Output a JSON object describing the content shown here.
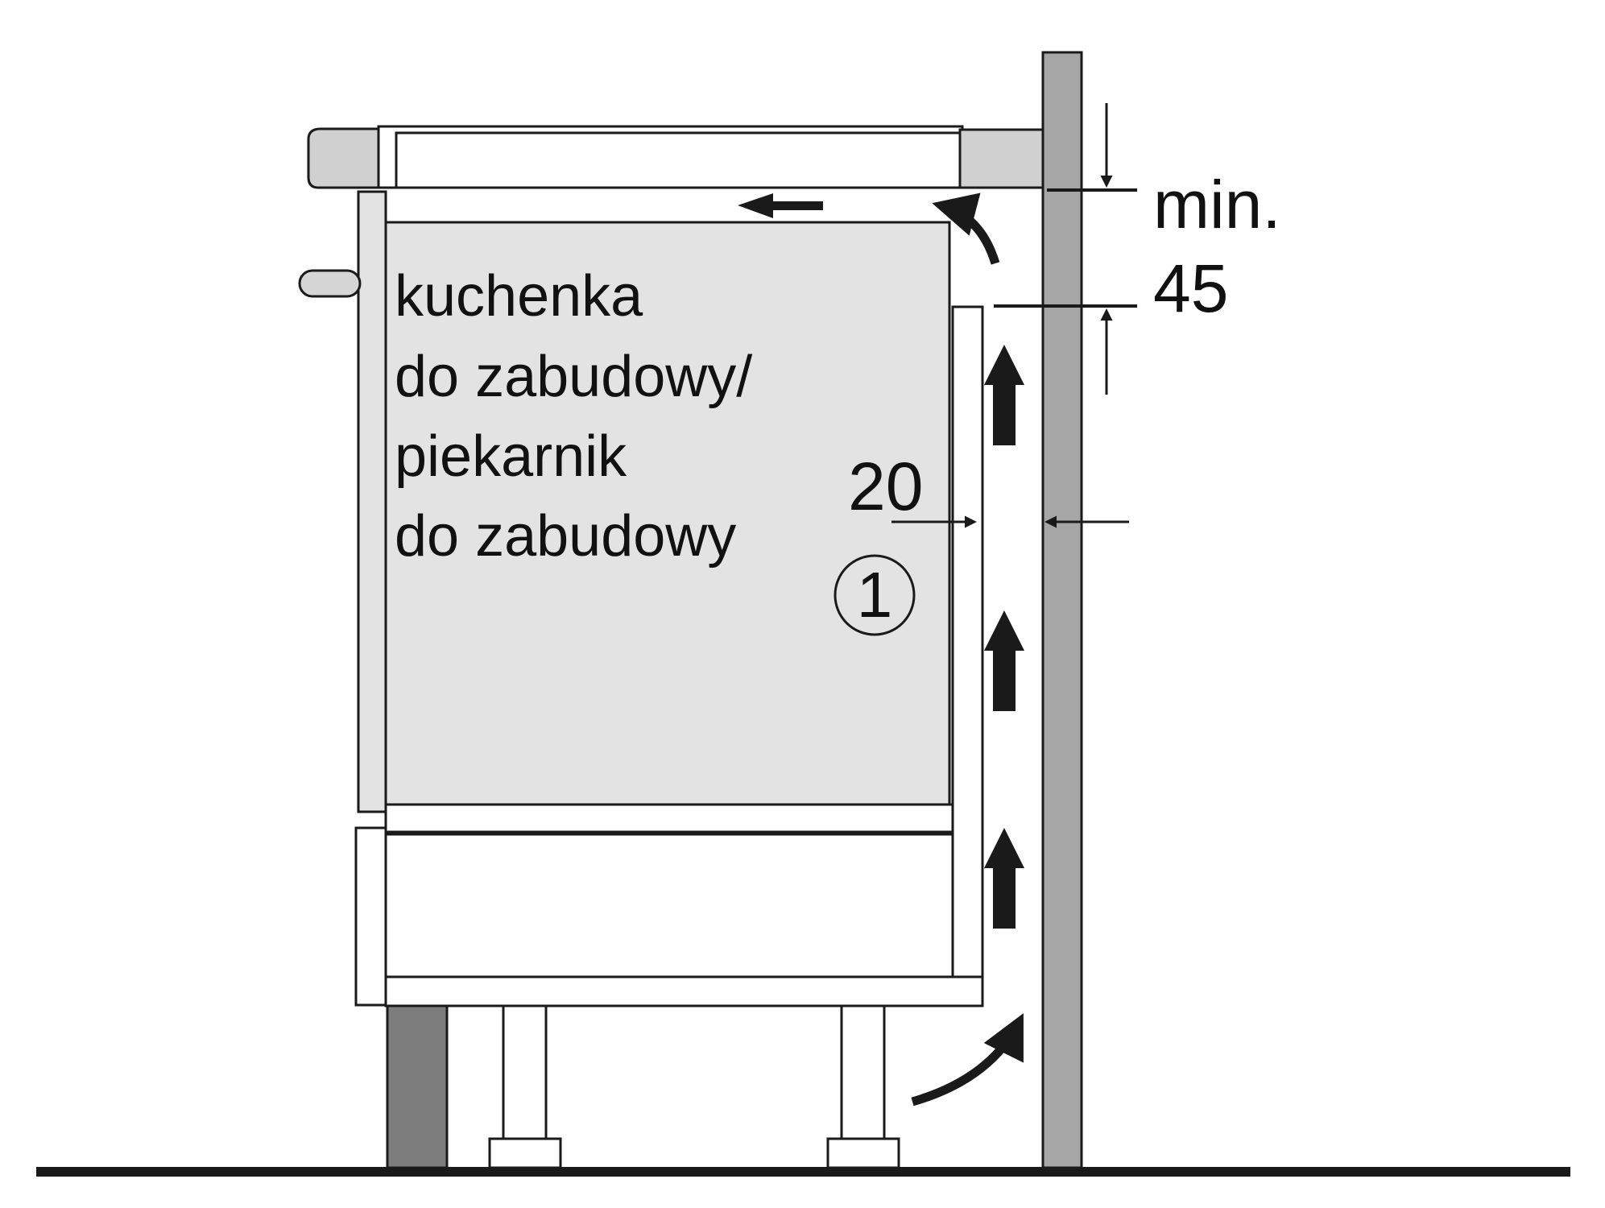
{
  "appliance_label": {
    "lines": [
      "kuchenka",
      "do zabudowy/",
      "piekarnik",
      "do zabudowy"
    ]
  },
  "dimensions": {
    "gap_top_prefix": "min.",
    "gap_top_value": "45",
    "gap_side_value": "20"
  },
  "callout": {
    "number": "1"
  },
  "colors": {
    "outline": "#1a1a1a",
    "oven_fill": "#e3e3e3",
    "cooktop_fill": "#d0d0d0",
    "wall_fill": "#a6a6a6",
    "plinth_fill": "#7d7d7d",
    "background": "#ffffff"
  }
}
